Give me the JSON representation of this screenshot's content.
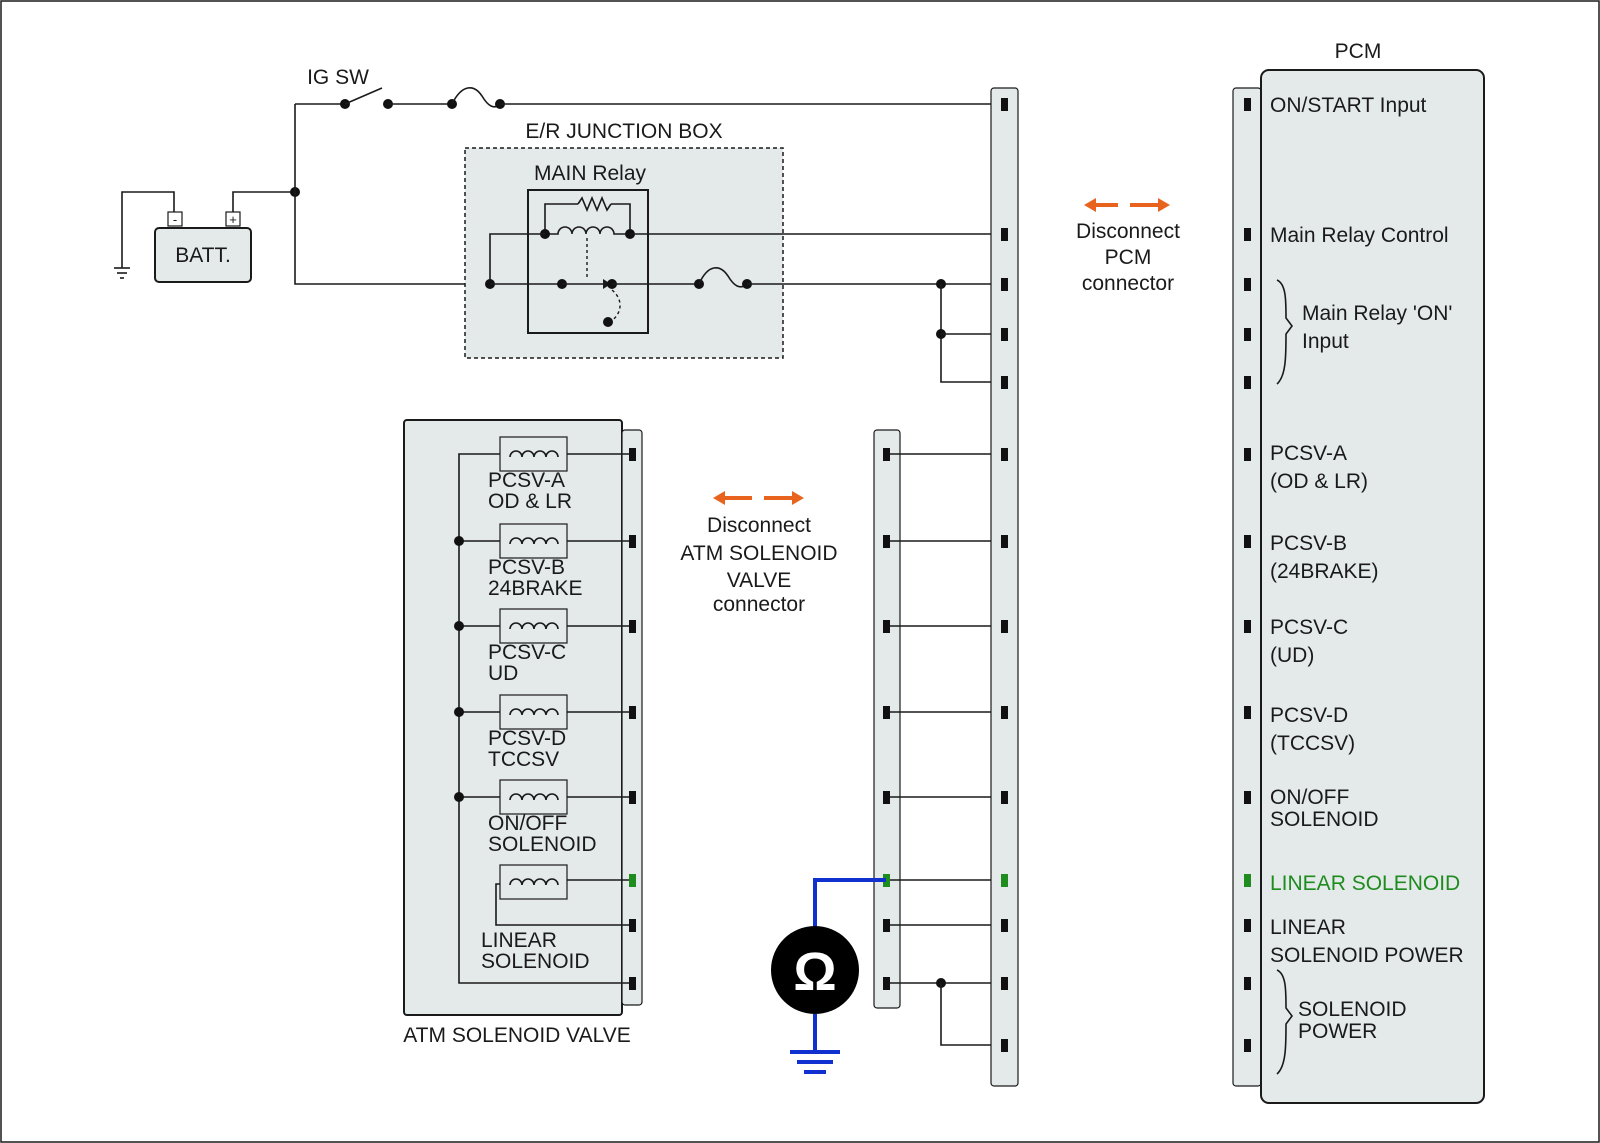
{
  "colors": {
    "wire": "#1a1a1a",
    "panel_fill": "#e4e9ea",
    "arrow": "#e8641e",
    "highlight": "#1e8c1e",
    "meter_lead": "#1030d0"
  },
  "circuit": {
    "ig_sw": "IG SW",
    "battery": "BATT.",
    "battery_neg": "-",
    "battery_pos": "+",
    "junction_box": "E/R JUNCTION BOX",
    "main_relay": "MAIN Relay"
  },
  "pcm": {
    "title": "PCM",
    "terminals": {
      "on_start": "ON/START Input",
      "main_relay_control": "Main Relay Control",
      "main_relay_on_1": "Main Relay 'ON'",
      "main_relay_on_2": "Input",
      "pcsv_a_1": "PCSV-A",
      "pcsv_a_2": "(OD & LR)",
      "pcsv_b_1": "PCSV-B",
      "pcsv_b_2": "(24BRAKE)",
      "pcsv_c_1": "PCSV-C",
      "pcsv_c_2": "(UD)",
      "pcsv_d_1": "PCSV-D",
      "pcsv_d_2": "(TCCSV)",
      "onoff_1": "ON/OFF",
      "onoff_2": "SOLENOID",
      "linear": "LINEAR SOLENOID",
      "linear_power_1": "LINEAR",
      "linear_power_2": "SOLENOID POWER",
      "solenoid_power_1": "SOLENOID",
      "solenoid_power_2": "POWER"
    }
  },
  "notes": {
    "disconnect_pcm": [
      "Disconnect",
      "PCM",
      "connector"
    ],
    "disconnect_atm": [
      "Disconnect",
      "ATM SOLENOID",
      "VALVE",
      "connector"
    ]
  },
  "atm_valve": {
    "title": "ATM SOLENOID VALVE",
    "solenoids": [
      {
        "line1": "PCSV-A",
        "line2": "OD & LR"
      },
      {
        "line1": "PCSV-B",
        "line2": "24BRAKE"
      },
      {
        "line1": "PCSV-C",
        "line2": "UD"
      },
      {
        "line1": "PCSV-D",
        "line2": "TCCSV"
      },
      {
        "line1": "ON/OFF",
        "line2": "SOLENOID"
      },
      {
        "line1": "LINEAR",
        "line2": "SOLENOID"
      }
    ]
  },
  "meter": {
    "symbol": "Ω"
  }
}
